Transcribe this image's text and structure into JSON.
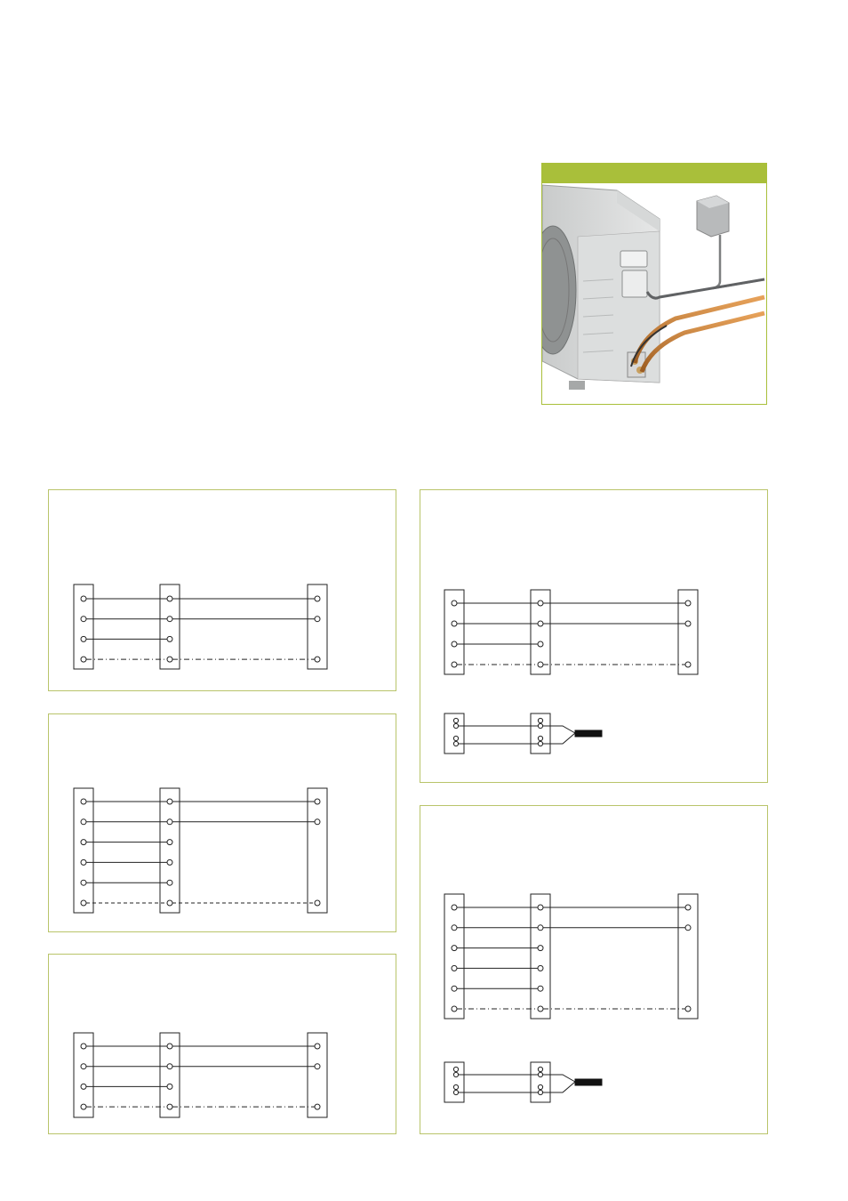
{
  "photo": {
    "header_color": "#a9bf3a",
    "content": "outdoor-unit-with-copper-pipes-and-isolator"
  },
  "frame_color": "#b9c46a",
  "panels": [
    {
      "id": "panel-a",
      "terminals_per_block": 4,
      "line_types": [
        "solid",
        "solid",
        "solid",
        "dash-dot"
      ],
      "has_sub_diagram": false
    },
    {
      "id": "panel-b",
      "terminals_per_block": 6,
      "line_types": [
        "solid",
        "solid",
        "solid",
        "solid",
        "solid",
        "dashed"
      ],
      "has_sub_diagram": false
    },
    {
      "id": "panel-c",
      "terminals_per_block": 4,
      "line_types": [
        "solid",
        "solid",
        "solid",
        "dash-dot"
      ],
      "has_sub_diagram": false
    },
    {
      "id": "panel-d",
      "terminals_per_block": 4,
      "line_types": [
        "solid",
        "solid",
        "solid",
        "dash-dot"
      ],
      "has_sub_diagram": true
    },
    {
      "id": "panel-e",
      "terminals_per_block": 6,
      "line_types": [
        "solid",
        "solid",
        "solid",
        "solid",
        "solid",
        "dash-dot"
      ],
      "has_sub_diagram": true
    }
  ]
}
